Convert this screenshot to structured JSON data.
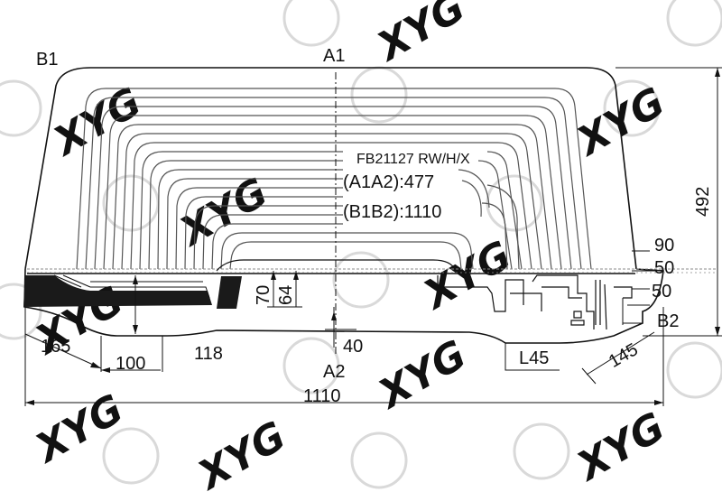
{
  "drawing": {
    "part_code": "FB21127 RW/H/X",
    "a1a2": "(A1A2):477",
    "b1b2": "(B1B2):1110"
  },
  "points": {
    "a1": "A1",
    "a2": "A2",
    "b1": "B1",
    "b2": "B2"
  },
  "dimensions": {
    "height": "492",
    "width": "1110",
    "d165": "165",
    "d100": "100",
    "d118": "118",
    "d40": "40",
    "l45": "L45",
    "d145": "145",
    "d90": "90",
    "d50a": "50",
    "d50b": "50",
    "d70": "70",
    "d64": "64"
  },
  "watermark": {
    "text": "XYG"
  },
  "colors": {
    "line": "#111111",
    "heater": "#555555",
    "watermark": "#d9d9d9",
    "fill": "#1a1a1a",
    "dashed": "#888888"
  }
}
